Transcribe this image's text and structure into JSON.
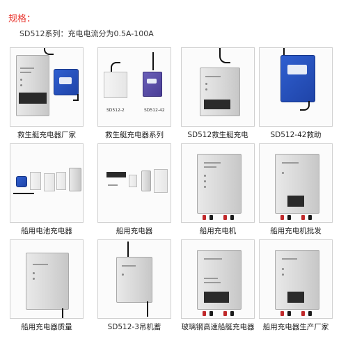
{
  "page": {
    "heading": "规格：",
    "series_line": "SD512系列：充电电流分为0.5A-100A"
  },
  "products": [
    {
      "caption": "救生艇充电器厂家",
      "variant": "grey-blue-pair"
    },
    {
      "caption": "救生艇充电器系列",
      "variant": "white-purple-pair"
    },
    {
      "caption": "SD512救生艇充电",
      "variant": "grey-single"
    },
    {
      "caption": "SD512-42救助",
      "variant": "blue-single"
    },
    {
      "caption": "船用电池充电器",
      "variant": "lineup"
    },
    {
      "caption": "船用充电器",
      "variant": "lineup-dark"
    },
    {
      "caption": "船用充电机",
      "variant": "grey-posts"
    },
    {
      "caption": "船用充电机批发",
      "variant": "grey-posts-dark"
    },
    {
      "caption": "船用充电器质量",
      "variant": "grey-cable"
    },
    {
      "caption": "SD512-3吊机蓄",
      "variant": "grey-cable-small"
    },
    {
      "caption": "玻璃钢高速船艇充电器",
      "variant": "grey-posts-dark"
    },
    {
      "caption": "船用充电器生产厂家",
      "variant": "grey-posts-dark"
    }
  ],
  "thumb_text": {
    "sd512_2": "SD512-2",
    "sd512_42": "SD512-42"
  }
}
